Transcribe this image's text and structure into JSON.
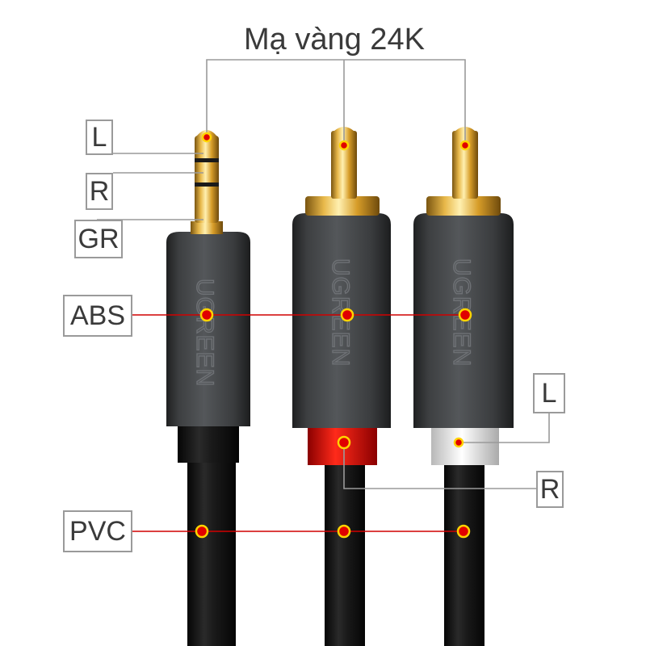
{
  "labels": {
    "gold_plating": "Mạ vàng 24K",
    "tip_left": "L",
    "ring_right": "R",
    "ground": "GR",
    "housing_material": "ABS",
    "rca_left": "L",
    "rca_right": "R",
    "cable_material": "PVC"
  },
  "brand": {
    "logo_text": "UGREEN"
  },
  "colors": {
    "callout_line": "#d10000",
    "leader_line": "#9a9a9a",
    "marker_fill": "#ffd400",
    "marker_dot": "#e00000",
    "housing": "#3b3d3f",
    "cable": "#141414",
    "gold": "#d8a430",
    "red_ring": "#d00000",
    "white_ring": "#eeeeee"
  }
}
